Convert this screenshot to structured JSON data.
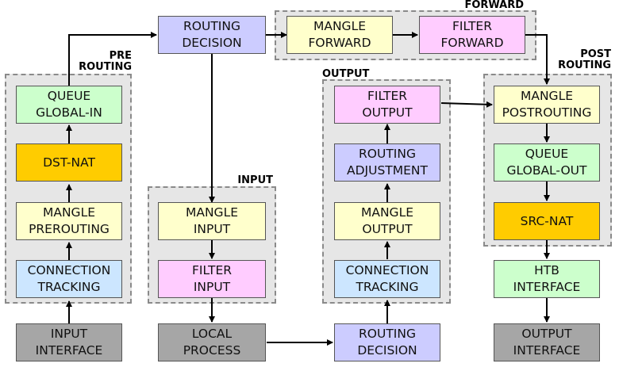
{
  "groups": {
    "prerouting": "PRE\nROUTING",
    "input": "INPUT",
    "output": "OUTPUT",
    "forward": "FORWARD",
    "postrouting": "POST\nROUTING"
  },
  "boxes": {
    "input_interface": "INPUT\nINTERFACE",
    "connection_tracking_pre": "CONNECTION\nTRACKING",
    "mangle_prerouting": "MANGLE\nPREROUTING",
    "dst_nat": "DST-NAT",
    "queue_global_in": "QUEUE\nGLOBAL-IN",
    "routing_decision_top": "ROUTING\nDECISION",
    "mangle_forward": "MANGLE\nFORWARD",
    "filter_forward": "FILTER\nFORWARD",
    "mangle_input": "MANGLE\nINPUT",
    "filter_input": "FILTER\nINPUT",
    "local_process": "LOCAL\nPROCESS",
    "routing_decision_bottom": "ROUTING\nDECISION",
    "connection_tracking_out": "CONNECTION\nTRACKING",
    "mangle_output": "MANGLE\nOUTPUT",
    "routing_adjustment": "ROUTING\nADJUSTMENT",
    "filter_output": "FILTER\nOUTPUT",
    "mangle_postrouting": "MANGLE\nPOSTROUTING",
    "queue_global_out": "QUEUE\nGLOBAL-OUT",
    "src_nat": "SRC-NAT",
    "htb_interface": "HTB\nINTERFACE",
    "output_interface": "OUTPUT\nINTERFACE"
  },
  "colors": {
    "yellow": "#ffffcc",
    "green": "#ccffcc",
    "orange": "#ffcc00",
    "blue": "#cce6ff",
    "pink": "#ffccff",
    "violet": "#ccccff",
    "gray": "#a6a6a6"
  }
}
